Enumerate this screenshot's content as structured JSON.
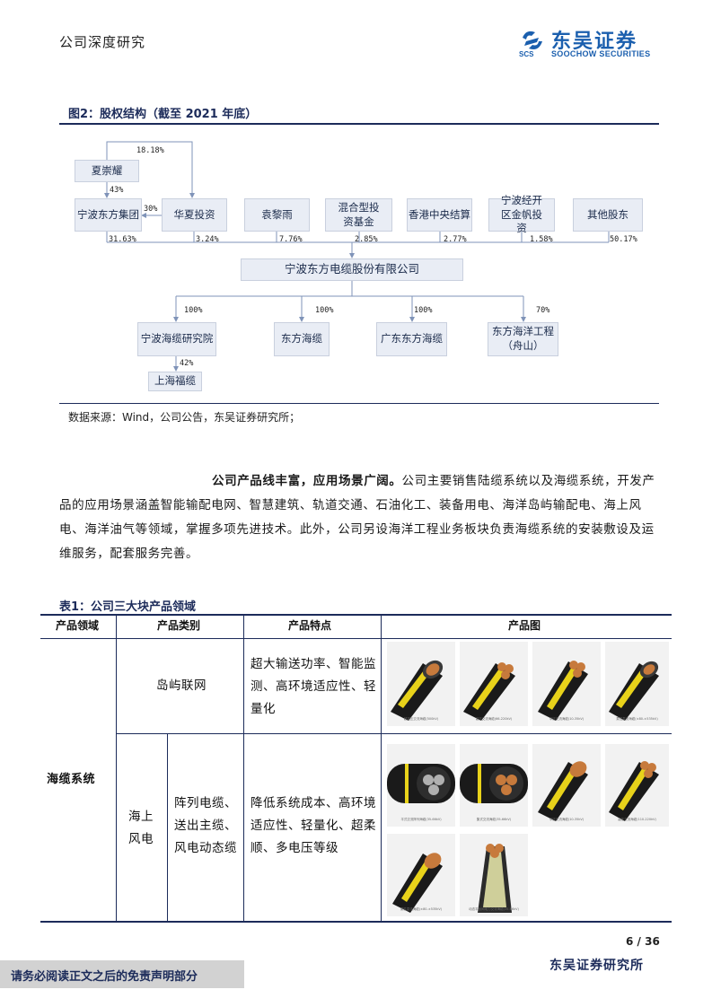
{
  "header": {
    "report_type": "公司深度研究",
    "logo_cn": "东吴证券",
    "logo_en": "SOOCHOW SECURITIES",
    "logo_abbr": "SCS"
  },
  "figure": {
    "title": "图2：股权结构（截至 2021 年底）",
    "source": "数据来源：Wind，公司公告，东吴证券研究所；",
    "nodes": {
      "xia": "夏崇耀",
      "ningbo_group": "宁波东方集团",
      "huaxia": "华夏投资",
      "yuan": "袁黎雨",
      "mixed_fund": "混合型投资基金",
      "hkscc": "香港中央结算",
      "ningbo_jk": "宁波经开区金帆投资",
      "others": "其他股东",
      "company": "宁波东方电缆股份有限公司",
      "research": "宁波海缆研究院",
      "dongfang_haila": "东方海缆",
      "guangdong": "广东东方海缆",
      "ocean_eng": "东方海洋工程（舟山）",
      "shanghai": "上海福缆"
    },
    "percents": {
      "xia_to_huaxia": "18.18%",
      "xia_to_group": "43%",
      "huaxia_to_group": "30%",
      "group": "31.63%",
      "huaxia": "3.24%",
      "yuan": "7.76%",
      "mixed_fund": "2.85%",
      "hkscc": "2.77%",
      "ningbo_jk": "1.58%",
      "others": "50.17%",
      "research": "100%",
      "dongfang_haila": "100%",
      "guangdong": "100%",
      "ocean_eng": "70%",
      "shanghai": "42%"
    }
  },
  "paragraph": {
    "lead": "公司产品线丰富，应用场景广阔。",
    "body": "公司主要销售陆缆系统以及海缆系统，开发产品的应用场景涵盖智能输配电网、智慧建筑、轨道交通、石油化工、装备用电、海洋岛屿输配电、海上风电、海洋油气等领域，掌握多项先进技术。此外，公司另设海洋工程业务板块负责海缆系统的安装敷设及运维服务，配套服务完善。"
  },
  "table": {
    "title": "表1：公司三大块产品领域",
    "headers": [
      "产品领域",
      "产品类别",
      "产品特点",
      "产品图"
    ],
    "domain": "海缆系统",
    "rows": [
      {
        "category": "岛屿联网",
        "features": "超大输送功率、智能监测、高环境适应性、轻量化",
        "images": [
          {
            "caption": "超高压交流海缆(500kV)",
            "type": "single"
          },
          {
            "caption": "高压交流海缆(66-220kV)",
            "type": "triple"
          },
          {
            "caption": "中压交流海缆(10-35kV)",
            "type": "triple"
          },
          {
            "caption": "柔性直流海缆(±80-±535kV)",
            "type": "single"
          }
        ]
      },
      {
        "category": "海上风电",
        "subcategory": "阵列电缆、送出主缆、风电动态缆",
        "features": "降低系统成本、高环境适应性、轻量化、超柔顺、多电压等级",
        "images": [
          {
            "caption": "平式交流阵列海缆(35-66kV)",
            "type": "end"
          },
          {
            "caption": "集式交流海缆(35-66kV)",
            "type": "end"
          },
          {
            "caption": "中压交流海缆(10-35kV)",
            "type": "single"
          },
          {
            "caption": "高压交流海缆(110-220kV)",
            "type": "triple"
          },
          {
            "caption": "柔性直流海缆(±80-±535kV)",
            "type": "single"
          },
          {
            "caption": "动态平台间电力交流海缆(35-66kV)",
            "type": "triple"
          }
        ]
      }
    ]
  },
  "footer": {
    "page": "6 / 36",
    "disclaimer": "请务必阅读正文之后的免责声明部分",
    "institute": "东吴证券研究所"
  },
  "colors": {
    "brand_blue": "#1b5fae",
    "navy": "#1c2b5a",
    "node_fill": "#e9edf5",
    "cable_yellow": "#e8d21a",
    "cable_black": "#1a1a1a"
  }
}
